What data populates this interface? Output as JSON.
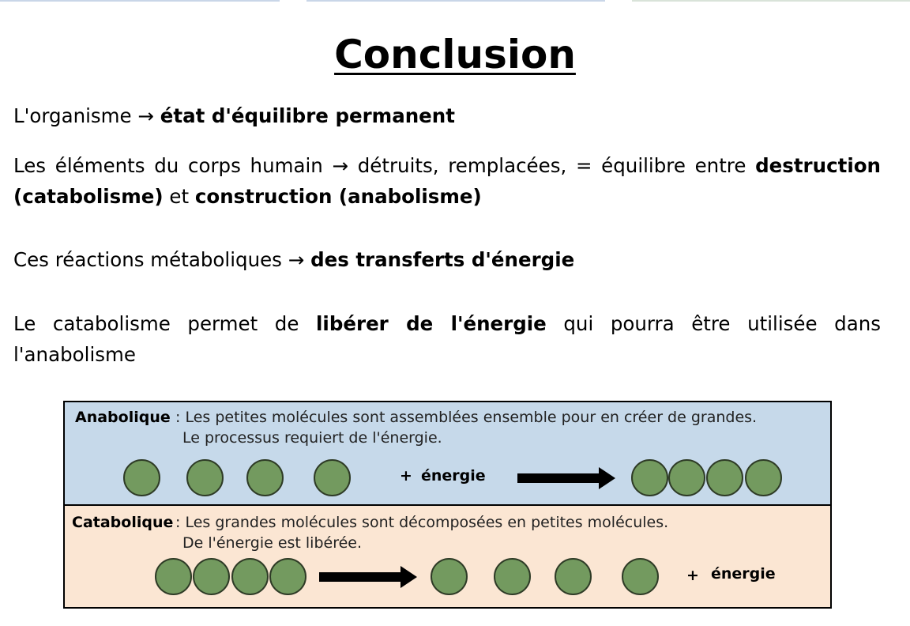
{
  "title": "Conclusion",
  "paragraphs": {
    "p1": {
      "text": "L'organisme",
      "arrow": "→",
      "bold": "état d'équilibre permanent"
    },
    "p2": {
      "text": "Les éléments du corps humain",
      "arrow": "→",
      "text2": "détruits, remplacées, = équilibre entre",
      "bold1": "destruction (catabolisme)",
      "mid": "et",
      "bold2": "construction (anabolisme)"
    },
    "p3": {
      "text": "Ces réactions métaboliques",
      "arrow": "→",
      "bold": "des transferts d'énergie"
    },
    "p4": {
      "text": "Le catabolisme permet de",
      "bold": "libérer de l'énergie",
      "text2": "qui pourra être utilisée dans l'anabolisme"
    }
  },
  "diagram": {
    "anabolic": {
      "label": "Anabolique",
      "line1": ": Les petites molécules sont assemblées ensemble pour en créer de grandes.",
      "line2": "Le processus requiert de l'énergie.",
      "plus": "+",
      "energy": "énergie",
      "color": "#c6d9ea"
    },
    "catabolic": {
      "label": "Catabolique",
      "line1": ": Les grandes molécules sont décomposées en petites molécules.",
      "line2": "De l'énergie est libérée.",
      "plus": "+",
      "energy": "énergie",
      "color": "#fbe6d3"
    },
    "molecule_color": "#739a5f"
  }
}
